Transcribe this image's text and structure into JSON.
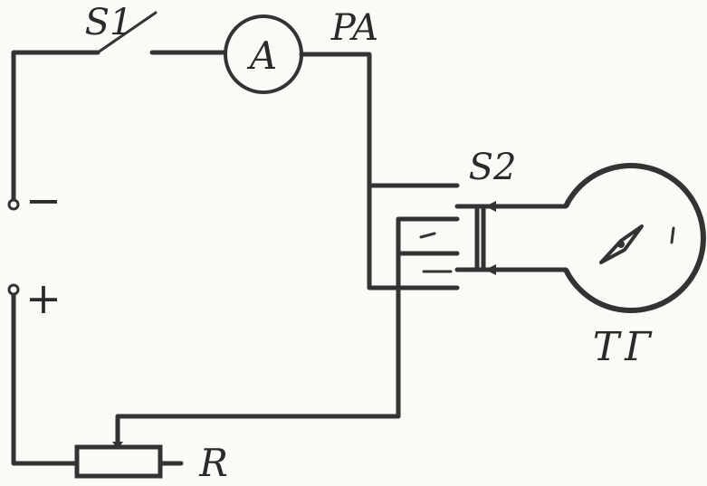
{
  "labels": {
    "switch_s1": "S1",
    "ammeter_symbol": "A",
    "ammeter_ref": "PA",
    "switch_s2": "S2",
    "galvanometer_ref": "ТГ",
    "resistor_ref": "R",
    "terminal_minus": "−",
    "terminal_plus": "+"
  }
}
